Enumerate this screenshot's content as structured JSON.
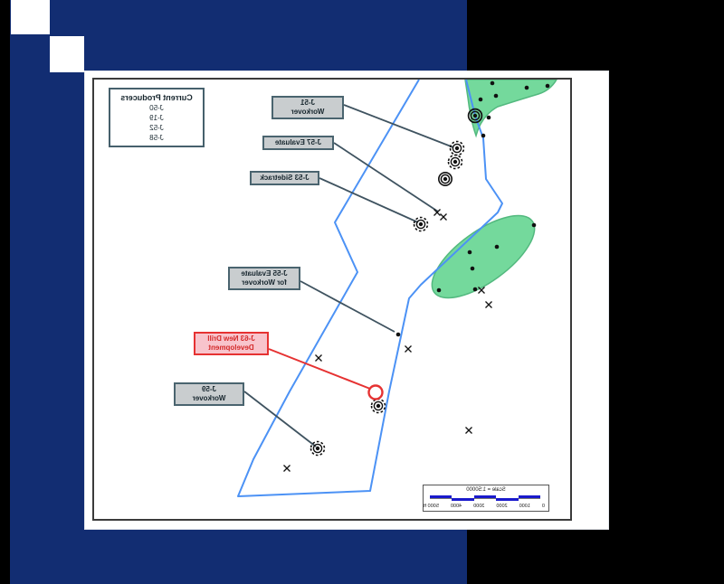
{
  "legend": {
    "title": "Current Producers",
    "items": [
      "J-50",
      "J-19",
      "J-52",
      "J-58"
    ]
  },
  "labels": {
    "j51": {
      "line1": "J-51",
      "line2": "Workover"
    },
    "j57": {
      "line1": "J-57 Evaluate"
    },
    "j53": {
      "line1": "J-53 Sidetrack"
    },
    "j55": {
      "line1": "J-55 Evaluate",
      "line2": "for Workover"
    },
    "j63": {
      "line1": "J-63 New Drill",
      "line2": "Development"
    },
    "j59": {
      "line1": "J-59",
      "line2": "Workover"
    }
  },
  "scalebar": {
    "title": "Scale = 1:50000",
    "ticks": [
      "0",
      "1000",
      "2000",
      "3000",
      "4000",
      "5000"
    ],
    "unit": "ft"
  },
  "colors": {
    "slide_navy": "#122d72",
    "field_outline_blue": "#4c92f5",
    "reservoir_green": "#74d99c",
    "highlight_red": "#e63232",
    "label_fill_gray": "#c9cdcf"
  },
  "note": "Map of field wells; slide is displayed horizontally mirrored"
}
